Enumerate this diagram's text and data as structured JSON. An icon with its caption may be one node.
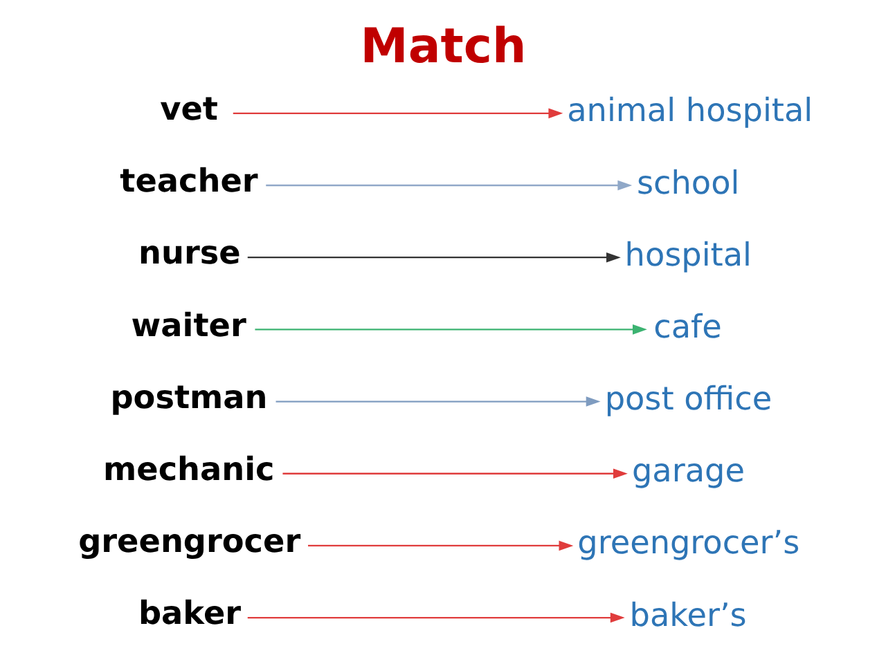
{
  "diagram": {
    "title": "Match",
    "nodes": [
      {
        "text": [
          "baker"
        ]
      },
      {
        "text": [
          "greengrocer"
        ]
      },
      {
        "text": [
          "mechanic"
        ]
      },
      {
        "text": [
          "postman"
        ]
      },
      {
        "text": [
          "waiter"
        ]
      },
      {
        "text": [
          "nurse"
        ]
      },
      {
        "text": [
          "teacher"
        ]
      },
      {
        "text": [
          "vet"
        ]
      },
      {
        "text": [
          "school"
        ]
      },
      {
        "text": [
          "hospital"
        ]
      },
      {
        "text": [
          "post office"
        ]
      },
      {
        "text": [
          "baker’s"
        ]
      },
      {
        "text": [
          "greengrocer’s"
        ]
      },
      {
        "text": [
          "garage"
        ]
      },
      {
        "text": [
          "animal hospital"
        ]
      },
      {
        "text": [
          "cafe"
        ]
      }
    ],
    "edges": [
      {
        "from": 0,
        "to": 11,
        "arrow": "to"
      },
      {
        "from": 1,
        "to": 12,
        "arrow": "to"
      },
      {
        "from": 2,
        "to": 13,
        "arrow": "to"
      },
      {
        "from": 3,
        "to": 10,
        "arrow": "to",
        "color": "#7f9cc0"
      },
      {
        "from": 4,
        "to": 15,
        "arrow": "to",
        "color": "#3cb371"
      },
      {
        "from": 5,
        "to": 9,
        "arrow": "to",
        "color": "#333333"
      },
      {
        "from": 6,
        "to": 8,
        "arrow": "to",
        "color": "#90a8c8"
      },
      {
        "from": 7,
        "to": 14,
        "arrow": "to"
      }
    ]
  }
}
